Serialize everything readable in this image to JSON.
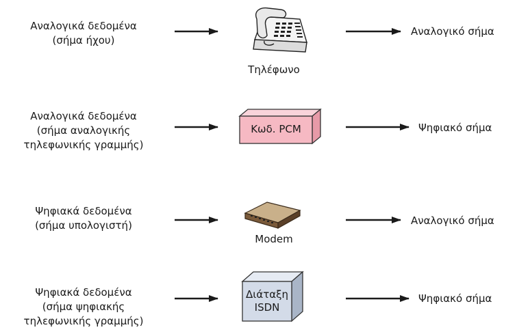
{
  "rows": [
    {
      "input_lines": [
        "Αναλογικά δεδομένα",
        "(σήμα ήχου)"
      ],
      "device_label": "Τηλέφωνο",
      "device_icon": "telephone-icon",
      "output": "Αναλογικό σήμα"
    },
    {
      "input_lines": [
        "Αναλογικά δεδομένα",
        "(σήμα αναλογικής",
        "τηλεφωνικής γραμμής)"
      ],
      "device_label": "Κωδ. PCM",
      "device_icon": "pcm-codec-box",
      "device_color": "#f6b9c3",
      "output": "Ψηφιακό σήμα"
    },
    {
      "input_lines": [
        "Ψηφιακά δεδομένα",
        "(σήμα υπολογιστή)"
      ],
      "device_label": "Modem",
      "device_icon": "modem-icon",
      "output": "Αναλογικό σήμα"
    },
    {
      "input_lines": [
        "Ψηφιακά δεδομένα",
        "(σήμα ψηφιακής",
        "τηλεφωνικής γραμμής)"
      ],
      "device_label_lines": [
        "Διάταξη",
        "ISDN"
      ],
      "device_icon": "isdn-device-box",
      "device_color": "#d3dbe8",
      "output": "Ψηφιακό σήμα"
    }
  ]
}
